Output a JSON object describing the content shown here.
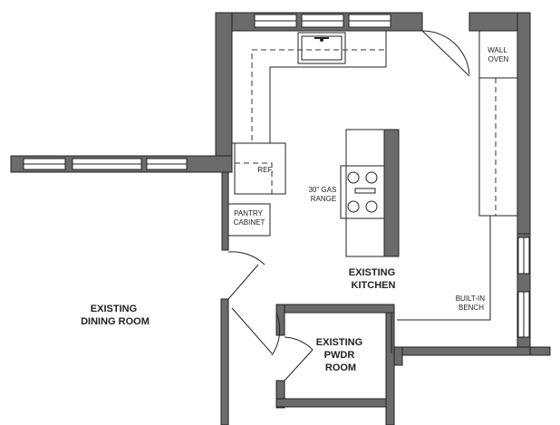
{
  "labels": {
    "wall_oven": [
      "WALL",
      "OVEN"
    ],
    "ref": "REF.",
    "gas_range": [
      "30\" GAS",
      "RANGE"
    ],
    "pantry": [
      "PANTRY",
      "CABINET"
    ],
    "kitchen": [
      "EXISTING",
      "KITCHEN"
    ],
    "bench": [
      "BUILT-IN",
      "BENCH"
    ],
    "dining": [
      "EXISTING",
      "DINING  ROOM"
    ],
    "pwdr": [
      "EXISTING",
      "PWDR",
      "ROOM"
    ]
  }
}
